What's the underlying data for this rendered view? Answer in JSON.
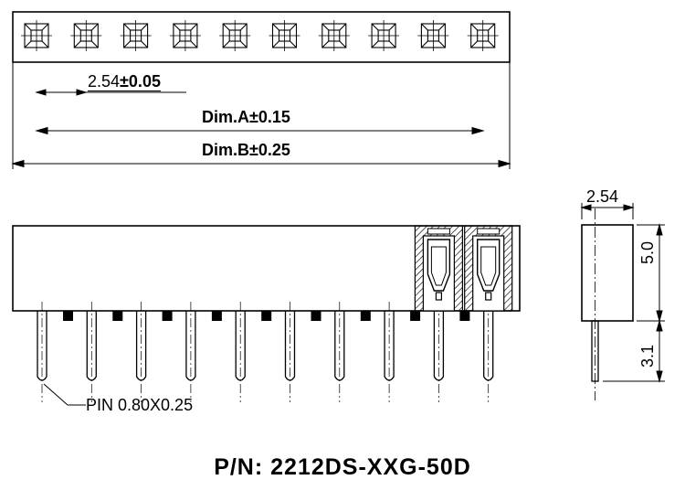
{
  "top_view": {
    "pitch_value": "2.54",
    "pitch_tol": "±0.05",
    "dim_a": "Dim.A",
    "dim_a_tol": "±0.15",
    "dim_b": "Dim.B",
    "dim_b_tol": "±0.25",
    "position_count": 10
  },
  "front_view": {
    "pin_note": "PIN 0.80X0.25",
    "pin_count": 10,
    "sectioned_positions": 2
  },
  "side_view": {
    "width": "2.54",
    "height": "5.0",
    "pin_length": "3.1"
  },
  "part_number": "P/N: 2212DS-XXG-50D"
}
